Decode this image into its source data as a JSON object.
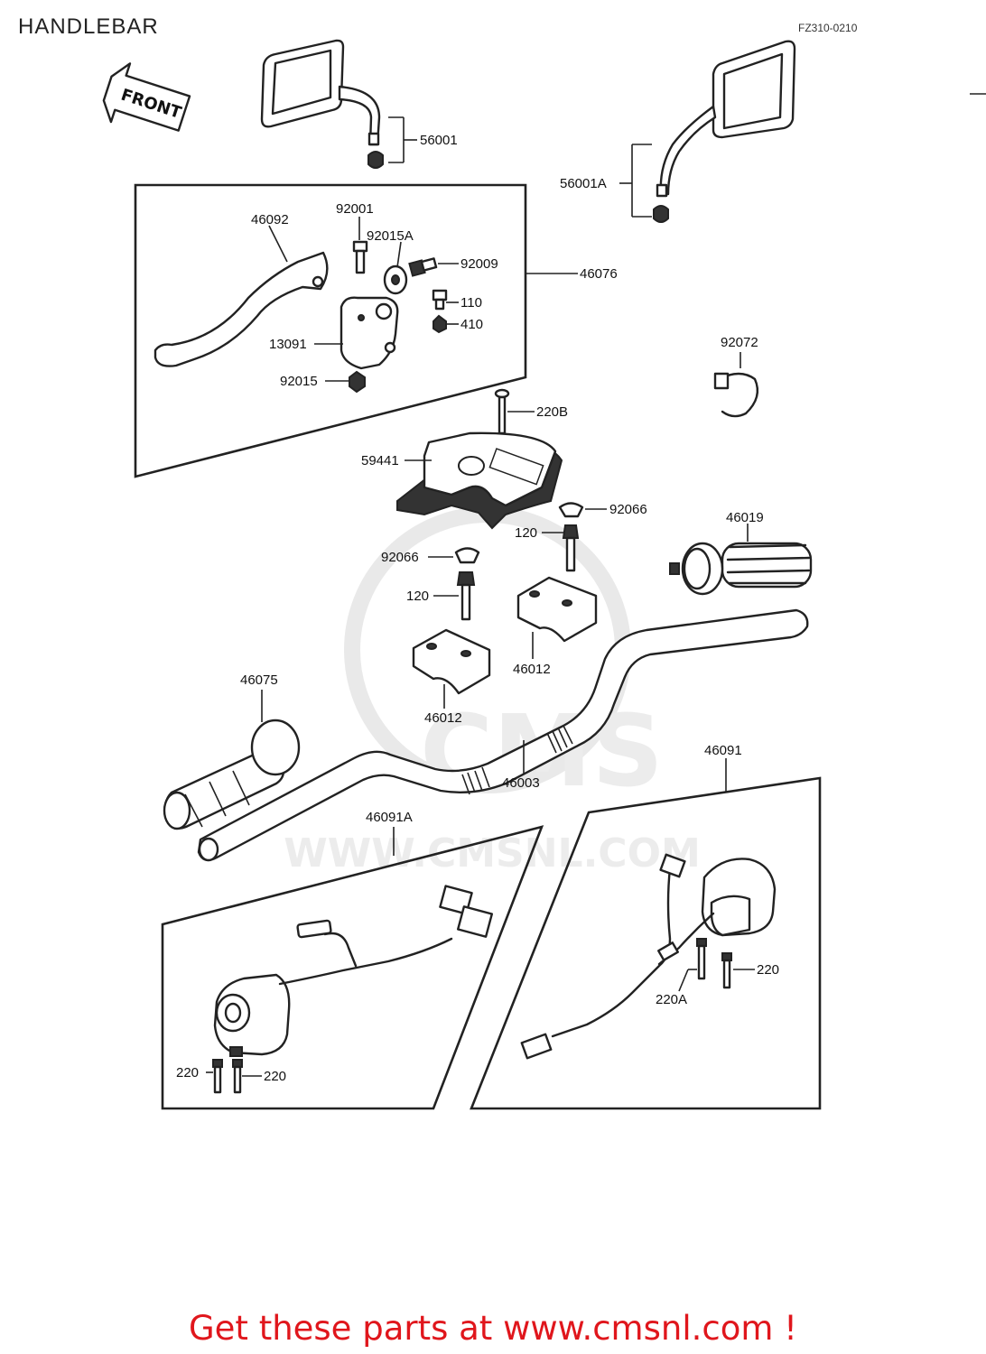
{
  "page": {
    "title": "HANDLEBAR",
    "code": "FZ310-0210",
    "footer": "Get these parts at www.cmsnl.com !"
  },
  "watermark": {
    "text": "WWW.CMSNL.COM",
    "logo": "CMS"
  },
  "front_arrow": {
    "text": "FRONT"
  },
  "labels": {
    "l56001": "56001",
    "l56001a": "56001A",
    "l46092": "46092",
    "l92001": "92001",
    "l92015a": "92015A",
    "l92009": "92009",
    "l46076": "46076",
    "l110": "110",
    "l410": "410",
    "l13091": "13091",
    "l92015": "92015",
    "l92072": "92072",
    "l220b": "220B",
    "l59441": "59441",
    "l92066a": "92066",
    "l120a": "120",
    "l46019": "46019",
    "l92066b": "92066",
    "l120b": "120",
    "l46012a": "46012",
    "l46075": "46075",
    "l46012b": "46012",
    "l46003": "46003",
    "l46091": "46091",
    "l46091a": "46091A",
    "l220a": "220A",
    "l220r": "220",
    "l220l1": "220",
    "l220l2": "220"
  }
}
